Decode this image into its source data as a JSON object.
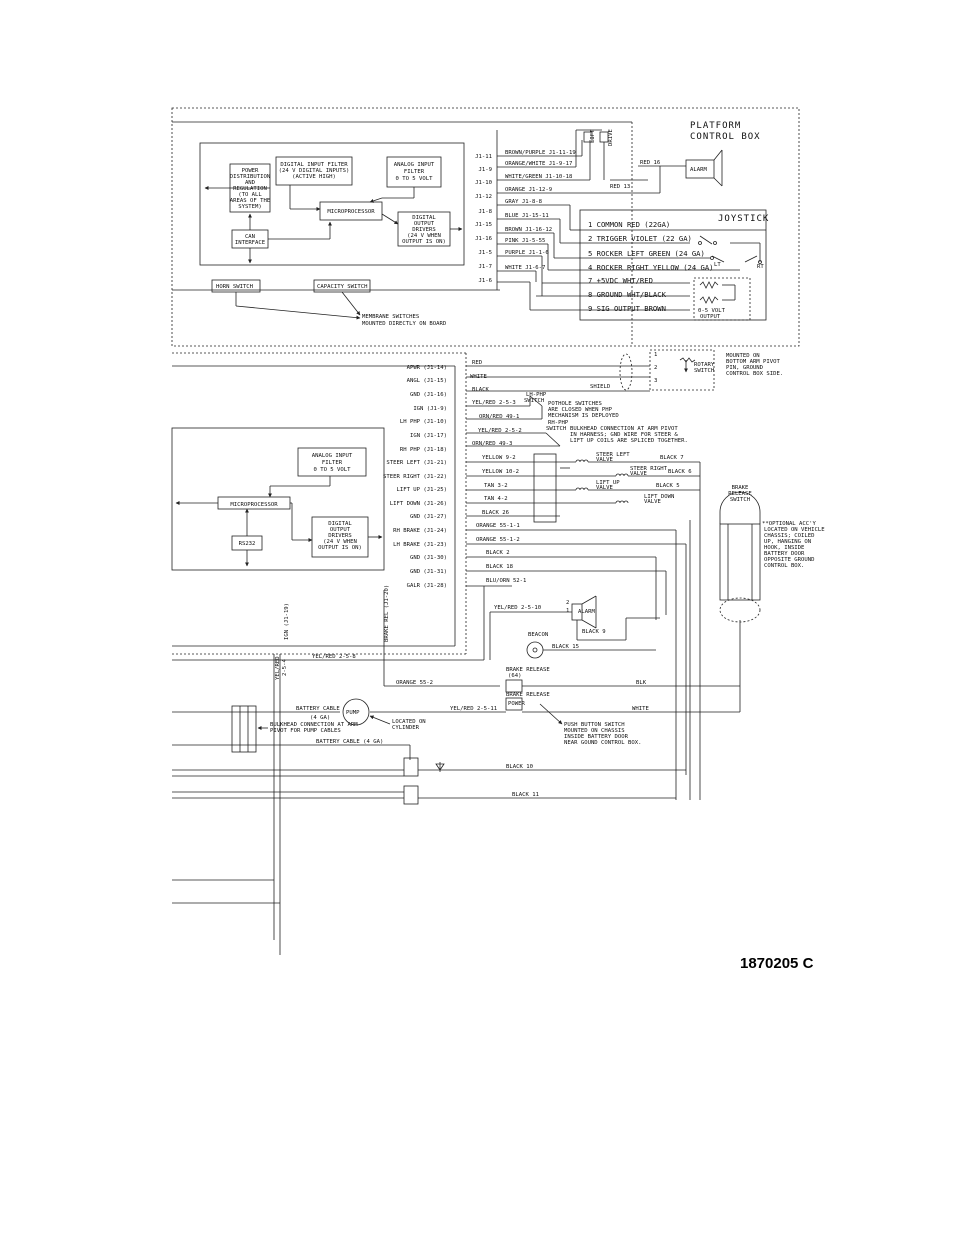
{
  "platform": {
    "box_title": [
      "PLATFORM",
      "CONTROL BOX"
    ],
    "modules": {
      "power": [
        "POWER",
        "DISTRIBUTION",
        "AND",
        "REGULATION",
        "(TO ALL",
        "AREAS OF THE",
        "SYSTEM)"
      ],
      "digital_input": [
        "DIGITAL INPUT FILTER",
        "(24 V DIGITAL INPUTS)",
        "(ACTIVE HIGH)"
      ],
      "analog_input": [
        "ANALOG INPUT",
        "FILTER",
        "0 TO 5 VOLT"
      ],
      "microprocessor": "MICROPROCESSOR",
      "digital_output": [
        "DIGITAL",
        "OUTPUT",
        "DRIVERS",
        "(24 V WHEN",
        "OUTPUT IS ON)"
      ],
      "can": [
        "CAN",
        "INTERFACE"
      ]
    },
    "pins": [
      "J1-11",
      "J1-9",
      "J1-10",
      "J1-12",
      "J1-8",
      "J1-15",
      "J1-16",
      "J1-5",
      "J1-7",
      "J1-6"
    ],
    "wires": [
      "BROWN/PURPLE J1-11-19",
      "ORANGE/WHITE J1-9-17",
      "WHITE/GREEN J1-10-18",
      "ORANGE J1-12-9",
      "GRAY J1-8-8",
      "BLUE J1-15-11",
      "BROWN J1-16-12",
      "PINK J1-5-55",
      "PURPLE J1-1-6",
      "WHITE J1-6-7"
    ],
    "lift": "LIFT",
    "drive": "DRIVE",
    "red16": "RED 16",
    "red13": "RED 13",
    "alarm": "ALARM",
    "joystick": "JOYSTICK",
    "joystick_wires": [
      "1 COMMON RED (22GA)",
      "2 TRIGGER VIOLET (22 GA)",
      "5 ROCKER LEFT GREEN (24 GA)",
      "4 ROCKER RIGHT YELLOW (24 GA)",
      "7 +5VDC WHT/RED",
      "8 GROUND WHT/BLACK",
      "9 SIG OUTPUT BROWN"
    ],
    "lt": "LT",
    "rt": "RT",
    "volt_output": [
      "0-5 VOLT",
      "OUTPUT"
    ],
    "horn_switch": "HORN SWITCH",
    "capacity_switch": "CAPACITY SWITCH",
    "membrane_note": [
      "MEMBRANE SWITCHES",
      "MOUNTED DIRECTLY ON BOARD"
    ]
  },
  "ground": {
    "pins": [
      "APWR (J1-14)",
      "ANGL (J1-15)",
      "GND (J1-16)",
      "IGN (J1-9)",
      "LH PHP (J1-10)",
      "IGN (J1-17)",
      "RH PHP (J1-18)",
      "STEER LEFT (J1-21)",
      "STEER RIGHT (J1-22)",
      "LIFT UP (J1-25)",
      "LIFT DOWN (J1-26)",
      "GND (J1-27)",
      "RH BRAKE (J1-24)",
      "LH BRAKE (J1-23)",
      "GND (J1-30)",
      "GND (J1-31)",
      "GALR (J1-28)"
    ],
    "wires": [
      "RED",
      "WHITE",
      "BLACK",
      "YEL/RED 2-5-3",
      "ORN/RED 49-1",
      "YEL/RED 2-5-2",
      "ORN/RED 49-3",
      "YELLOW 9-2",
      "YELLOW 10-2",
      "TAN 3-2",
      "TAN 4-2",
      "BLACK 26",
      "ORANGE 55-1-1",
      "ORANGE 55-1-2",
      "BLACK 2",
      "BLACK 18",
      "BLU/ORN 52-1"
    ],
    "shield": "SHIELD",
    "rotary_switch": [
      "ROTARY",
      "SWITCH"
    ],
    "rotary_pins": [
      "1",
      "2",
      "3"
    ],
    "rotary_note": [
      "MOUNTED ON",
      "BOTTOM ARM PIVOT",
      "PIN, GROUND",
      "CONTROL BOX SIDE."
    ],
    "lh_php_switch": [
      "LH-PHP",
      "SWITCH"
    ],
    "rh_php_switch": [
      "RH-PHP",
      "SWITCH"
    ],
    "pothole_note": [
      "POTHOLE SWITCHES",
      "ARE CLOSED WHEN PHP",
      "MECHANISM IS DEPLOYED"
    ],
    "bulkhead_note": [
      "BULKHEAD CONNECTION AT ARM PIVOT",
      "IN HARNESS; GND WIRE FOR STEER &",
      "LIFT UP COILS ARE SPLICED TOGETHER."
    ],
    "valves": [
      {
        "label": [
          "STEER LEFT",
          "VALVE"
        ],
        "wire": "BLACK 7"
      },
      {
        "label": [
          "STEER RIGHT",
          "VALVE"
        ],
        "wire": "BLACK 6"
      },
      {
        "label": [
          "LIFT UP",
          "VALVE"
        ],
        "wire": "BLACK 5"
      },
      {
        "label": [
          "LIFT DOWN",
          "VALVE"
        ],
        "wire": ""
      }
    ],
    "modules": {
      "analog_input": [
        "ANALOG INPUT",
        "FILTER",
        "0 TO 5 VOLT"
      ],
      "microprocessor": "MICROPROCESSOR",
      "rs232": "RS232",
      "digital_output": [
        "DIGITAL",
        "OUTPUT",
        "DRIVERS",
        "(24 V WHEN",
        "OUTPUT IS ON)"
      ]
    },
    "vertical_labels": [
      "IGN (J1-19)",
      "BRAKE REL (J1-20)"
    ],
    "yel_red_vertical": [
      "YEL/RED",
      "2-5-4"
    ],
    "brake_release_switch": [
      "BRAKE",
      "RELEASE",
      "SWITCH"
    ],
    "optional_note": [
      "**OPTIONAL ACC'Y",
      "LOCATED ON VEHICLE",
      "CHASSIS; COILED",
      "UP, HANGING ON",
      "HOOK, INSIDE",
      "BATTERY DOOR",
      "OPPOSITE GROUND",
      "CONTROL BOX."
    ],
    "alarm": "ALARM",
    "alarm_pins": [
      "2",
      "1"
    ],
    "alarm_wires": [
      "YEL/RED 2-5-10",
      "BLACK 9"
    ],
    "beacon": "BEACON",
    "black15": "BLACK 15",
    "yel_red_2_5_8": "YEL/RED 2-5-8",
    "orange_55_2": "ORANGE 55-2",
    "blk": "BLK",
    "white": "WHITE",
    "brake_release_labels": [
      "BRAKE RELEASE",
      "(64)",
      "BRAKE RELEASE",
      "POWER"
    ],
    "yel_red_2_5_11": "YEL/RED 2-5-11",
    "push_button_note": [
      "PUSH BUTTON SWITCH",
      "MOUNTED ON CHASSIS",
      "INSIDE BATTERY DOOR",
      "NEAR GOUND CONTROL BOX."
    ],
    "battery_cable_top": "BATTERY CABLE",
    "battery_cable_top_ga": "(4 GA)",
    "pump": "PUMP",
    "pump_note": [
      "LOCATED ON",
      "CYLINDER"
    ],
    "bulkhead_pump_note": [
      "BULKHEAD CONNECTION AT ARM",
      "PIVOT FOR PUMP CABLES"
    ],
    "battery_cable_bottom": "BATTERY CABLE (4 GA)",
    "black10": "BLACK 10",
    "black11": "BLACK 11"
  },
  "document_number": "1870205 C"
}
